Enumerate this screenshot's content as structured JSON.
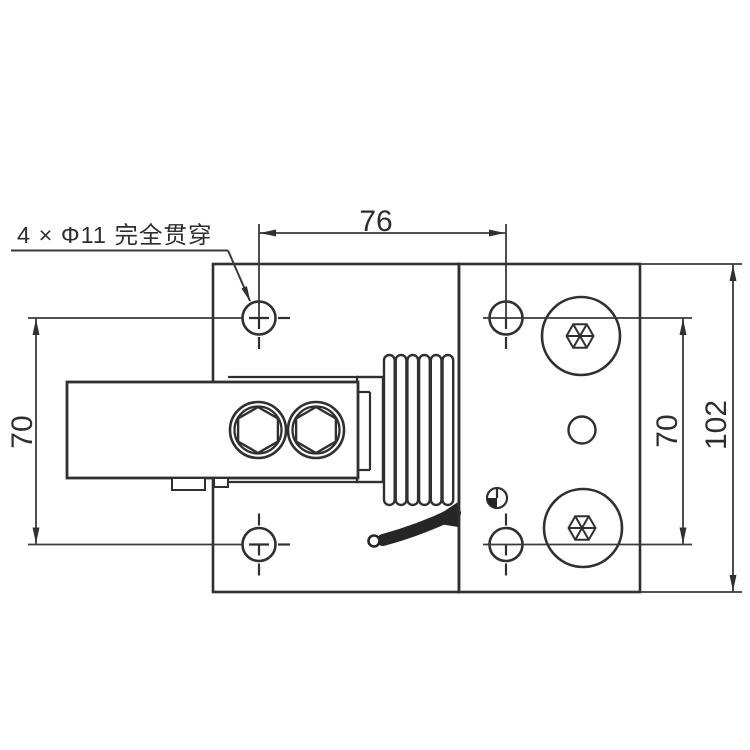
{
  "drawing": {
    "title_callout": "4 × Φ11 完全贯穿",
    "dimensions": {
      "hole_spacing_horizontal": "76",
      "hole_spacing_vertical_left": "70",
      "hole_spacing_vertical_right": "70",
      "overall_height_right": "102"
    },
    "colors": {
      "line": "#303030",
      "background": "#ffffff"
    }
  }
}
